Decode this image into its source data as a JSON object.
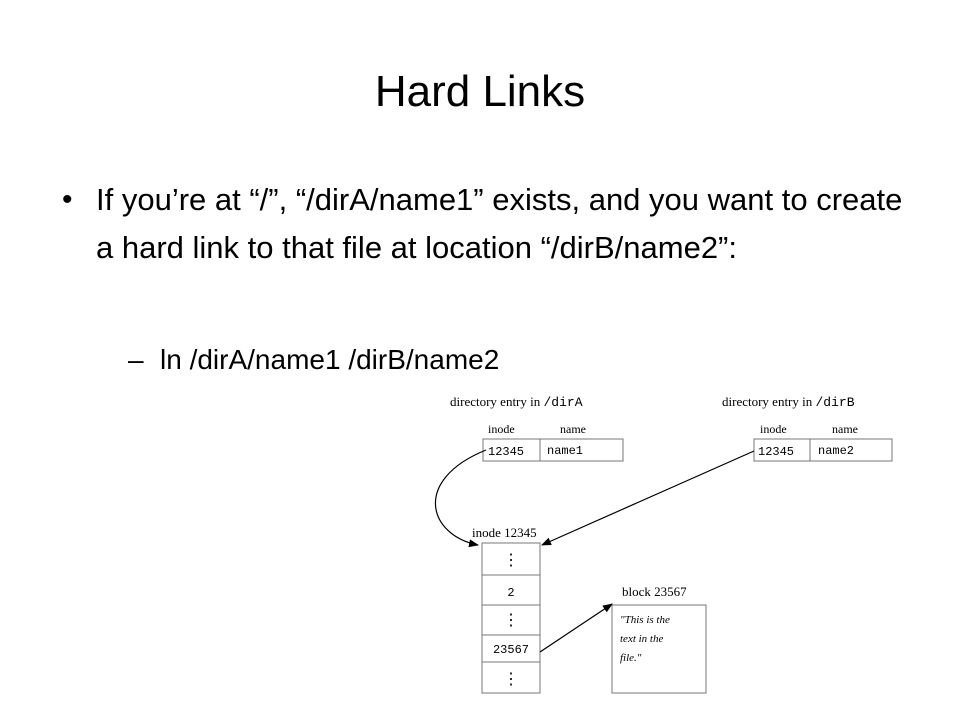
{
  "slide": {
    "title": "Hard Links",
    "bullet": "If you’re at “/”, “/dirA/name1” exists, and you want to create a hard link to that file at location “/dirB/name2”:",
    "sub_bullet": "ln /dirA/name1  /dirB/name2",
    "bullet_symbol": "•",
    "dash_symbol": "–"
  },
  "diagram": {
    "dirA": {
      "caption_text": "directory entry in ",
      "caption_path": "/dirA",
      "col_inode": "inode",
      "col_name": "name",
      "inode": "12345",
      "name": "name1"
    },
    "dirB": {
      "caption_text": "directory entry in ",
      "caption_path": "/dirB",
      "col_inode": "inode",
      "col_name": "name",
      "inode": "12345",
      "name": "name2"
    },
    "inode_block": {
      "label": "inode 12345",
      "link_count": "2",
      "block_pointer": "23567",
      "ellipsis": "⋮"
    },
    "data_block": {
      "label": "block 23567",
      "line1": "\"This is the",
      "line2": "text in the",
      "line3": "file.\""
    }
  }
}
